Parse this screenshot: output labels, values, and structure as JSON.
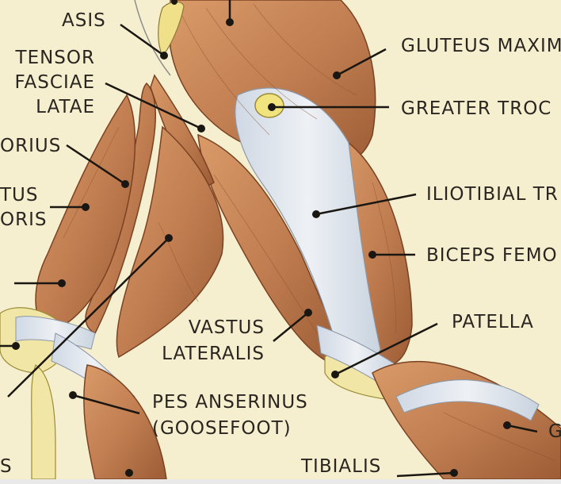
{
  "colors": {
    "background": "#f6efcf",
    "muscle": "#c98a5c",
    "muscle_dark": "#8a4f2c",
    "tendon": "#e4e8ee",
    "bone": "#f2e6a6",
    "ink": "#2a2520"
  },
  "labels": {
    "asis": "ASIS",
    "tensor_fasciae_latae": "TENSOR\nFASCIAE\nLATAE",
    "sartorius_partial": "ORIUS",
    "vastus_medialis_partial": "TUS\nORIS",
    "gluteus_maximus": "GLUTEUS MAXIM",
    "greater_trochanter": "GREATER TROC",
    "iliotibial_tract": "ILIOTIBIAL TR",
    "biceps_femoris": "BICEPS FEMO",
    "patella": "PATELLA",
    "vastus_lateralis": "VASTUS\nLATERALIS",
    "pes_anserinus": "PES ANSERINUS\n(GOOSEFOOT)",
    "tibialis": "TIBIALIS",
    "gastrocnemius_partial": "G",
    "bottom_left_partial": "S"
  }
}
